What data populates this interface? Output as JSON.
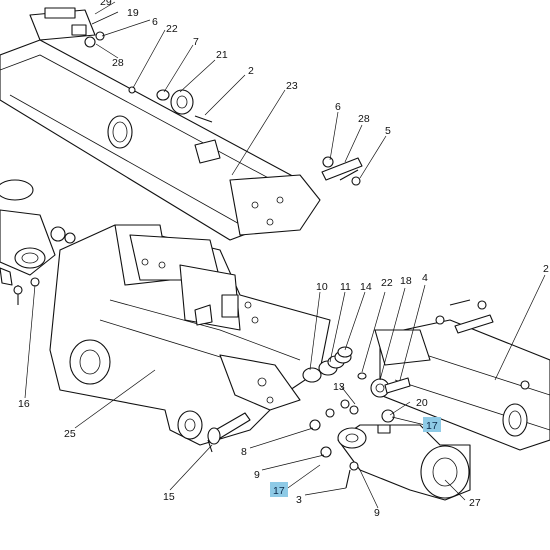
{
  "diagram": {
    "callouts": [
      "29",
      "19",
      "6",
      "22",
      "7",
      "21",
      "2",
      "23",
      "28",
      "6",
      "28",
      "5",
      "10",
      "11",
      "14",
      "22",
      "18",
      "4",
      "2",
      "13",
      "20",
      "16",
      "25",
      "8",
      "9",
      "15",
      "3",
      "9",
      "27"
    ],
    "highlighted": [
      "17",
      "17"
    ],
    "colors": {
      "highlight": "#8ecae6",
      "line": "#111111",
      "background": "#ffffff"
    }
  }
}
